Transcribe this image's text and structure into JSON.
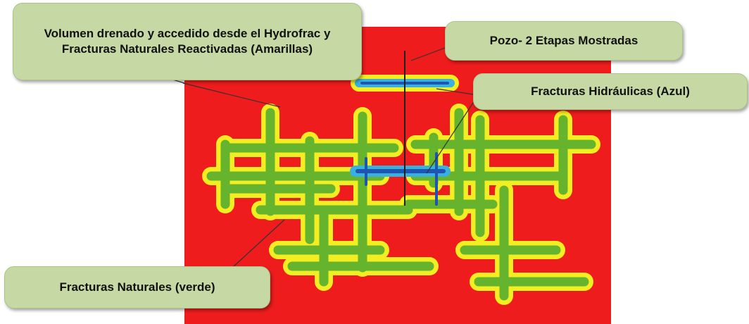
{
  "callouts": {
    "volumen": "Volumen drenado y accedido desde el Hydrofrac y Fracturas Naturales Reactivadas (Amarillas)",
    "pozo": "Pozo- 2 Etapas Mostradas",
    "hidraulicas": "Fracturas Hidráulicas (Azul)",
    "naturales": "Fracturas Naturales (verde)"
  },
  "colors": {
    "reservoir": "#ee1c1c",
    "natural_fracture_halo": "#f2ee22",
    "natural_fracture_core": "#66b32e",
    "hydraulic_fracture_halo": "#39b0e0",
    "hydraulic_fracture_core": "#1d55b0",
    "well": "#222222",
    "callout_fill": "#c6d9a5"
  }
}
